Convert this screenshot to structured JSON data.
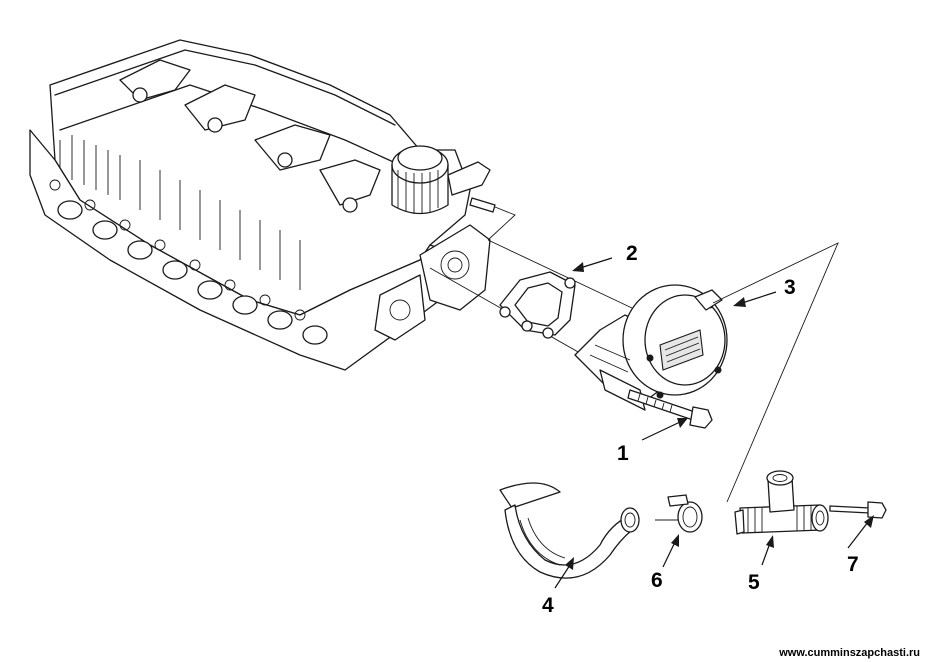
{
  "callouts": {
    "c1": "1",
    "c2": "2",
    "c3": "3",
    "c4": "4",
    "c5": "5",
    "c6": "6",
    "c7": "7"
  },
  "watermark": "www.cumminszapchasti.ru",
  "colors": {
    "ink": "#1a1a1a",
    "background": "#ffffff"
  }
}
